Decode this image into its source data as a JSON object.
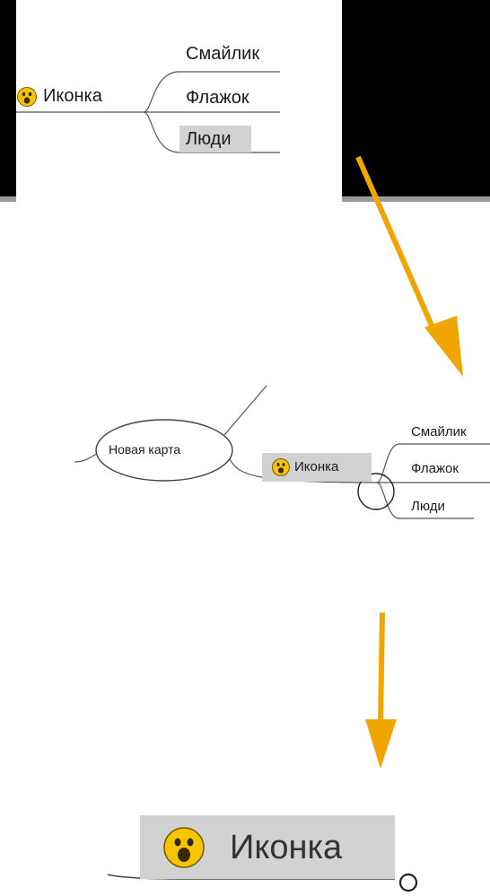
{
  "panel_top": {
    "root_label": "Иконка",
    "children": [
      "Смайлик",
      "Флажок",
      "Люди"
    ],
    "selected_index": 2
  },
  "panel_middle": {
    "central_label": "Новая карта",
    "node_label": "Иконка",
    "children": [
      "Смайлик",
      "Флажок",
      "Люди"
    ]
  },
  "panel_bottom": {
    "node_label": "Иконка"
  },
  "colors": {
    "arrow": "#f0a500",
    "selection": "#d2d2d2",
    "smiley_fill": "#f6c500"
  },
  "icons": [
    "smiley-icon",
    "collapse-circle-icon",
    "arrow-icon"
  ]
}
